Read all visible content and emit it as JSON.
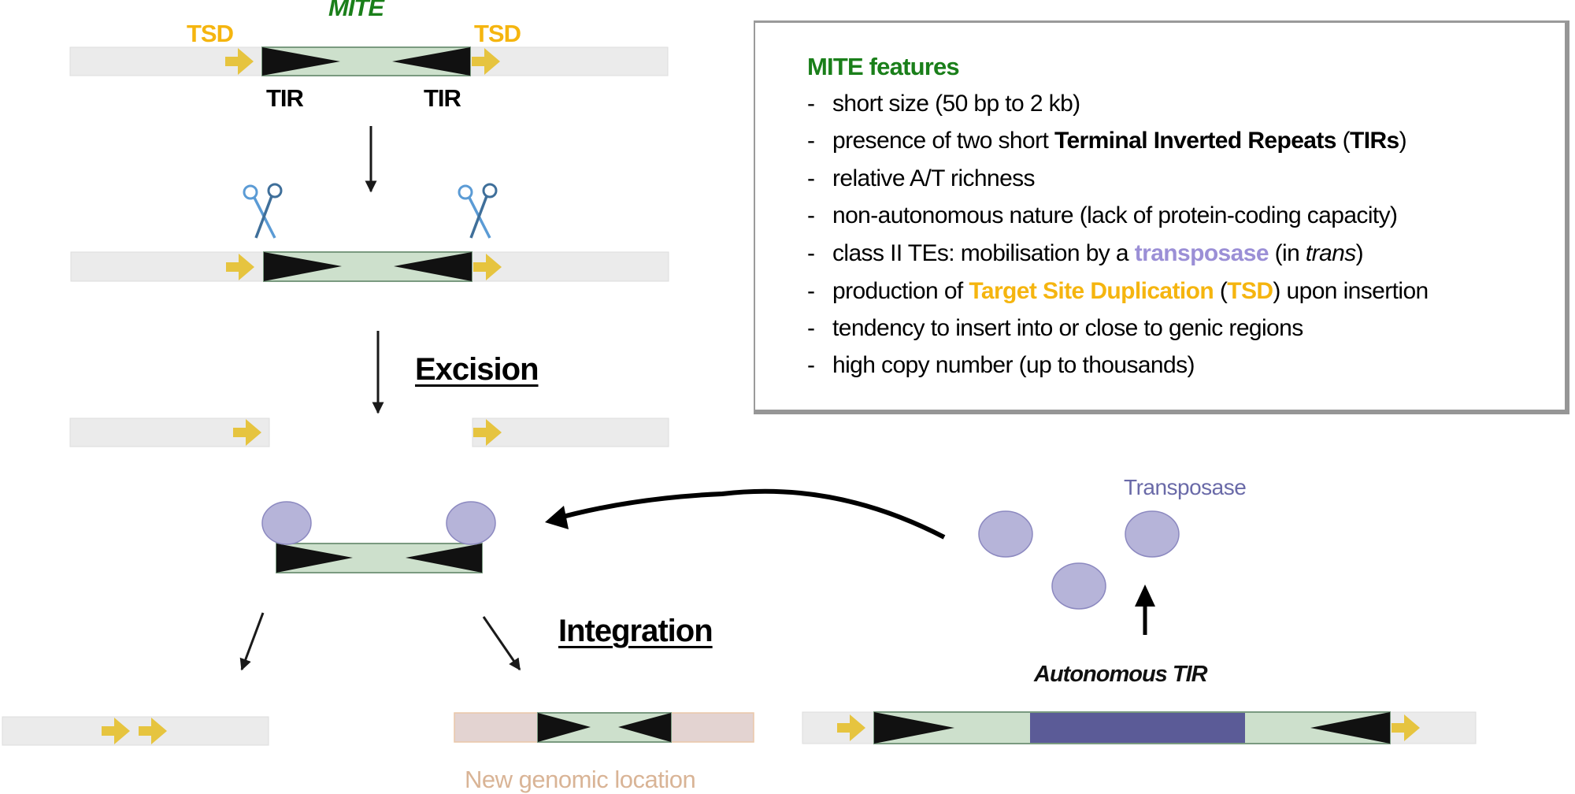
{
  "labels": {
    "mite": "MITE",
    "tsd_left": "TSD",
    "tsd_right": "TSD",
    "tir_left": "TIR",
    "tir_right": "TIR",
    "excision": "Excision",
    "integration": "Integration",
    "transposase": "Transposase",
    "autonomous_tir": "Autonomous TIR",
    "new_location": "New genomic location"
  },
  "icons": {
    "scissors": "scissors-icon",
    "transposase_protein": "ellipse-protein",
    "tsd_arrow": "right-arrow-icon",
    "tir_triangle": "triangle-icon"
  },
  "colors": {
    "mite_green_text": "#1a7f1a",
    "tsd_yellow_text": "#f5b50f",
    "tsd_arrow": "#e6c43f",
    "genome_grey": "#ebebeb",
    "mite_fill": "#cde0cc",
    "mite_border": "#7a9a80",
    "tir_black": "#111111",
    "transposase_fill": "#b6b4d9",
    "transposase_stroke": "#8c89c0",
    "transposase_gene": "#5b5b97",
    "new_location_fill": "#e3d3d1",
    "new_location_text": "#d9b496",
    "scissors_light": "#5b9bd5",
    "scissors_dark": "#3f6f9a",
    "box_border": "#969696"
  },
  "features": {
    "title": "MITE features",
    "dash": "-",
    "items": [
      {
        "parts": [
          {
            "text": "short size (50 bp to 2 kb)",
            "style": ""
          }
        ]
      },
      {
        "parts": [
          {
            "text": "presence of two short ",
            "style": ""
          },
          {
            "text": "Terminal Inverted Repeats",
            "style": "b"
          },
          {
            "text": " (",
            "style": ""
          },
          {
            "text": "TIRs",
            "style": "b"
          },
          {
            "text": ")",
            "style": ""
          }
        ]
      },
      {
        "parts": [
          {
            "text": "relative A/T richness",
            "style": ""
          }
        ]
      },
      {
        "parts": [
          {
            "text": "non-autonomous nature (lack of protein-coding capacity)",
            "style": ""
          }
        ]
      },
      {
        "parts": [
          {
            "text": "class II TEs: mobilisation by a ",
            "style": ""
          },
          {
            "text": "transposase",
            "style": "purple"
          },
          {
            "text": " (in ",
            "style": ""
          },
          {
            "text": "trans",
            "style": "it"
          },
          {
            "text": ")",
            "style": ""
          }
        ]
      },
      {
        "parts": [
          {
            "text": "production of ",
            "style": ""
          },
          {
            "text": "Target Site Duplication",
            "style": "orange"
          },
          {
            "text": " (",
            "style": ""
          },
          {
            "text": "TSD",
            "style": "orange"
          },
          {
            "text": ") upon insertion",
            "style": ""
          }
        ]
      },
      {
        "parts": [
          {
            "text": "tendency to insert into or close to genic regions",
            "style": ""
          }
        ]
      },
      {
        "parts": [
          {
            "text": "high copy number (up to thousands)",
            "style": ""
          }
        ]
      }
    ]
  }
}
